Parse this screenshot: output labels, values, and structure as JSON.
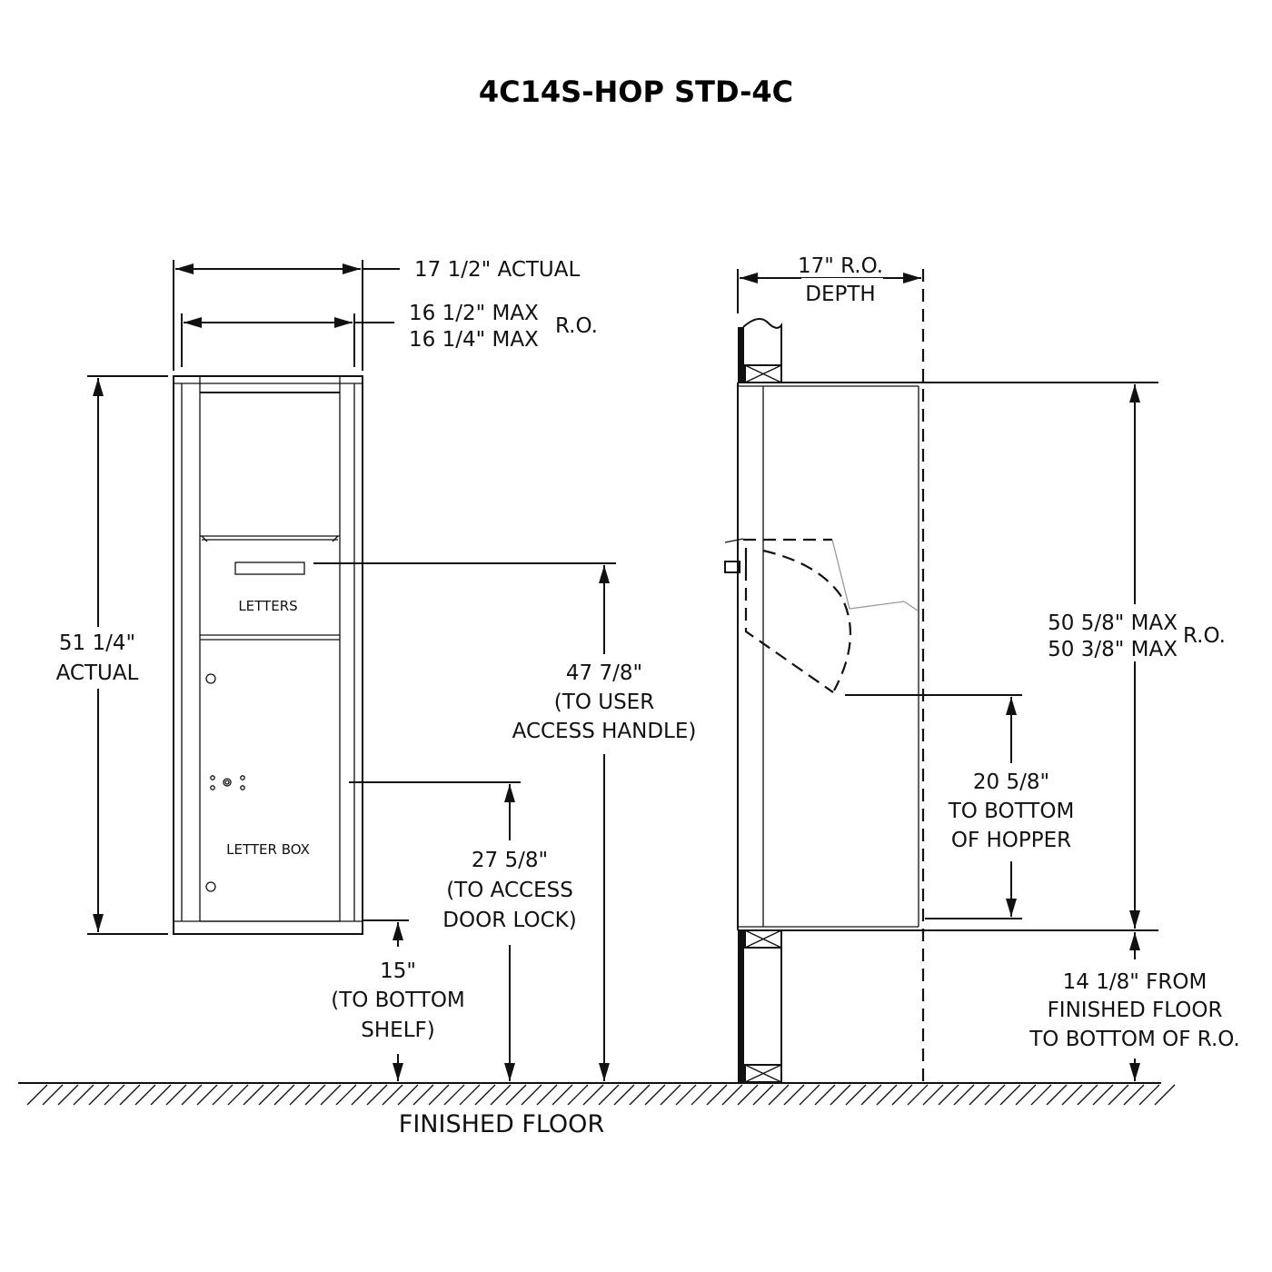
{
  "title": "4C14S-HOP STD-4C",
  "front_view": {
    "width_actual": "17 1/2\"  ACTUAL",
    "ro_width_max_1": "16 1/2\" MAX",
    "ro_width_max_2": "16 1/4\" MAX",
    "ro_label": "R.O.",
    "height_actual_1": "51 1/4\"",
    "height_actual_2": "ACTUAL",
    "letters_label": "LETTERS",
    "letter_box_label": "LETTER BOX",
    "handle_dim": [
      "47 7/8\"",
      "(TO USER",
      "ACCESS HANDLE)"
    ],
    "lock_dim": [
      "27 5/8\"",
      "(TO ACCESS",
      "DOOR LOCK)"
    ],
    "shelf_dim": [
      "15\"",
      "(TO BOTTOM",
      "SHELF)"
    ]
  },
  "side_view": {
    "depth_1": "17\"  R.O.",
    "depth_2": "DEPTH",
    "ro_height_max_1": "50 5/8\" MAX",
    "ro_height_max_2": "50 3/8\" MAX",
    "ro_label": "R.O.",
    "hopper_dim": [
      "20 5/8\"",
      "TO BOTTOM",
      "OF HOPPER"
    ],
    "floor_dim": [
      "14 1/8\"  FROM",
      "FINISHED FLOOR",
      "TO BOTTOM OF R.O."
    ]
  },
  "floor_label": "FINISHED FLOOR"
}
